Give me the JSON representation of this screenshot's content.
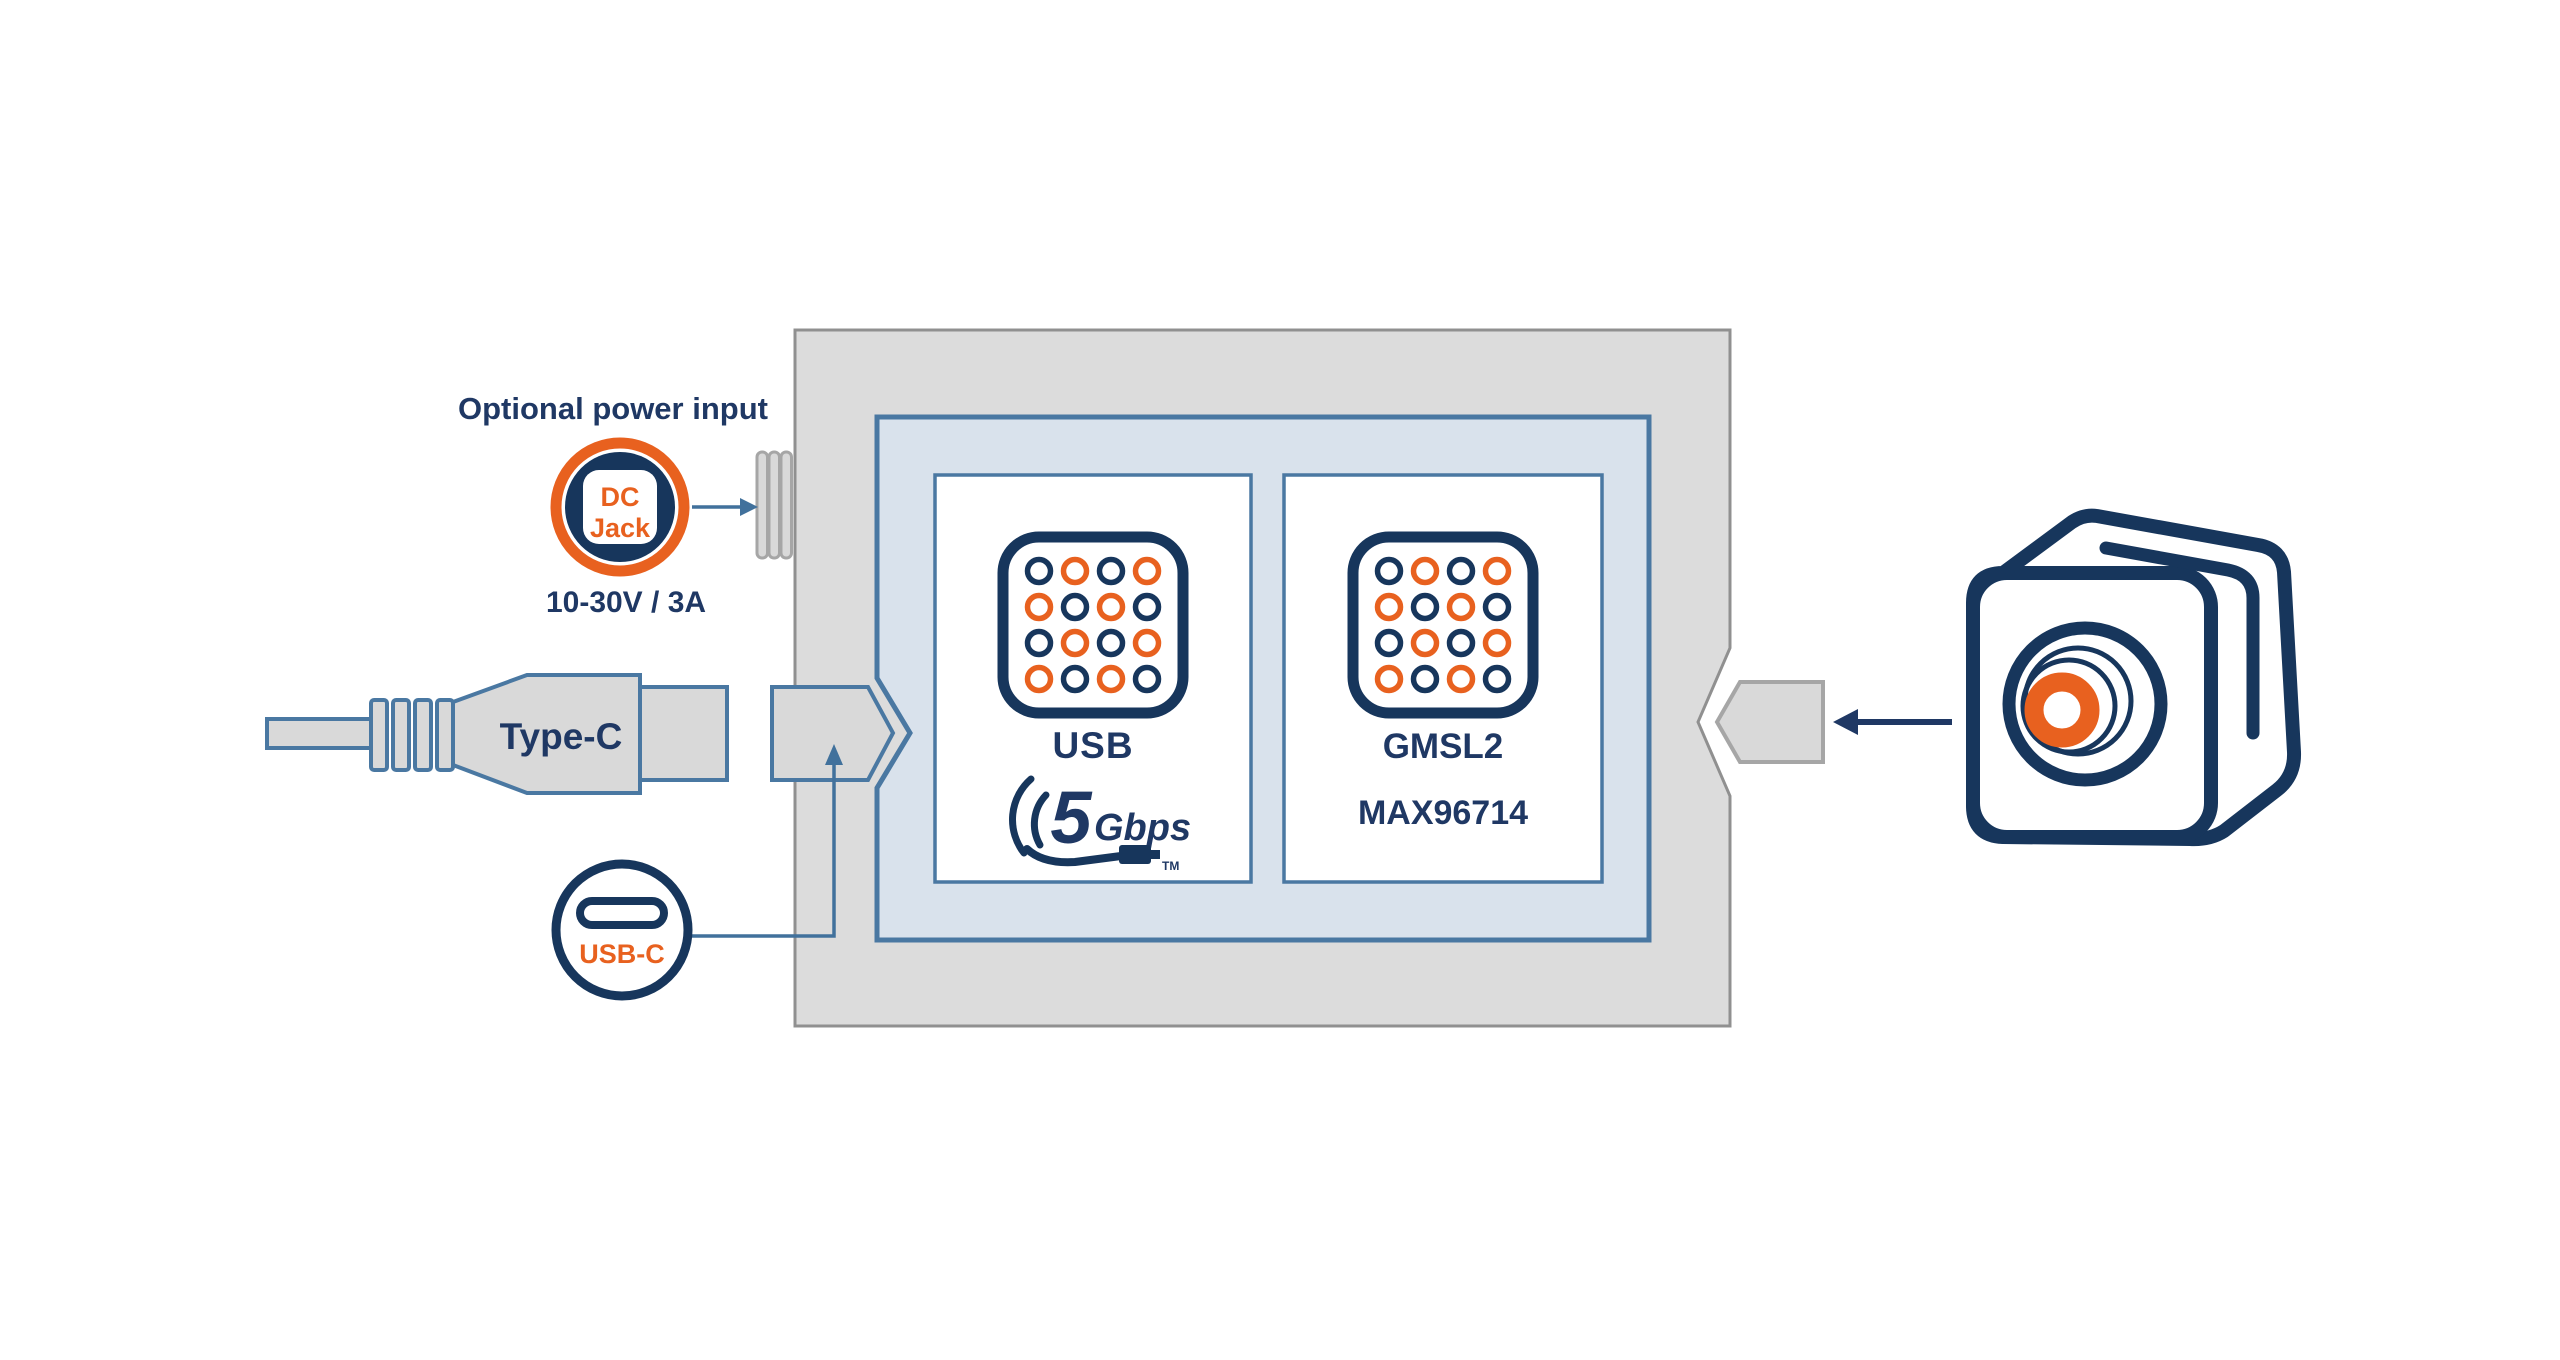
{
  "colors": {
    "navy_text": "#1f3864",
    "navy_icon": "#17365c",
    "orange": "#e8611f",
    "steel_blue_border": "#4a78a2",
    "arrow_blue": "#41719c",
    "enclosure_gray_fill": "#dcdcdc",
    "enclosure_gray_border": "#909090",
    "connector_gray_fill": "#d9d9d9",
    "connector_gray_border": "#a6a6a6",
    "board_blue_fill": "#d9e2ec"
  },
  "power_input": {
    "label": "Optional power input",
    "dc_jack_line1": "DC",
    "dc_jack_line2": "Jack",
    "rating": "10-30V / 3A"
  },
  "usb_cable": {
    "label": "Type-C"
  },
  "usb_port": {
    "label": "USB-C"
  },
  "converter": {
    "usb_block": {
      "label": "USB",
      "speed_value": "5",
      "speed_unit": "Gbps",
      "trademark": "TM"
    },
    "gmsl2_block": {
      "label": "GMSL2",
      "part_number": "MAX96714"
    }
  },
  "icons": {
    "dc-jack-icon": "circular badge: orange ring, navy disc, white square, DC Jack text",
    "usb-c-port-icon": "navy circle badge with USB-C pill connector glyph",
    "chip-icon": "rounded square with 4x4 grid of alternating navy/orange circles",
    "usb-5gbps-logo": "USB 5Gbps trademark logo with swoosh and plug",
    "camera-icon": "navy outlined cube camera with concentric lens and orange ring"
  }
}
